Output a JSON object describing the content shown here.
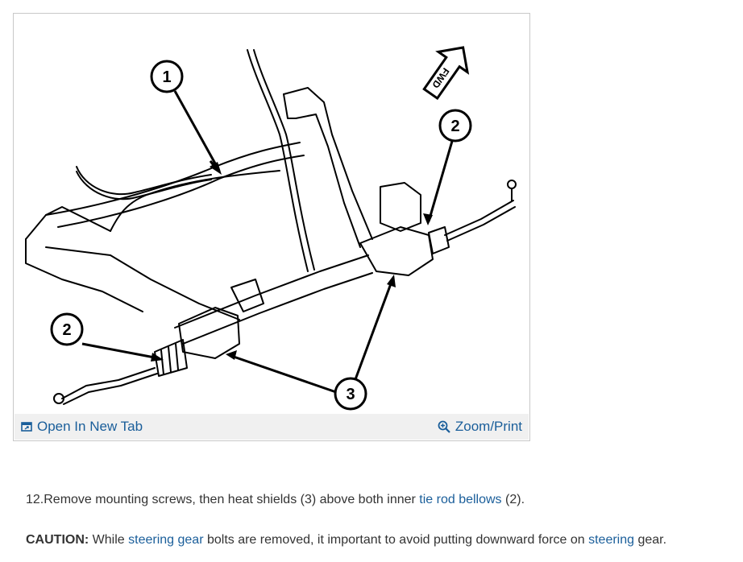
{
  "figure": {
    "callouts": [
      "1",
      "2",
      "2",
      "3"
    ],
    "fwd_label": "FWD",
    "toolbar": {
      "open_label": "Open In New Tab",
      "zoom_label": "Zoom/Print"
    }
  },
  "text": {
    "step_number": "12.",
    "step_part1": "Remove mounting screws, then heat shields (3) above both inner ",
    "step_link": "tie rod bellows",
    "step_part2": " (2).",
    "caution_label": "CAUTION:",
    "caution_part1": " While ",
    "caution_link1": "steering gear",
    "caution_part2": " bolts are removed, it important to avoid putting downward force on ",
    "caution_link2": "steering",
    "caution_part3": " gear."
  },
  "colors": {
    "link": "#1a5e9a",
    "toolbar_bg": "#f0f0f0",
    "border": "#c8c8c8"
  }
}
